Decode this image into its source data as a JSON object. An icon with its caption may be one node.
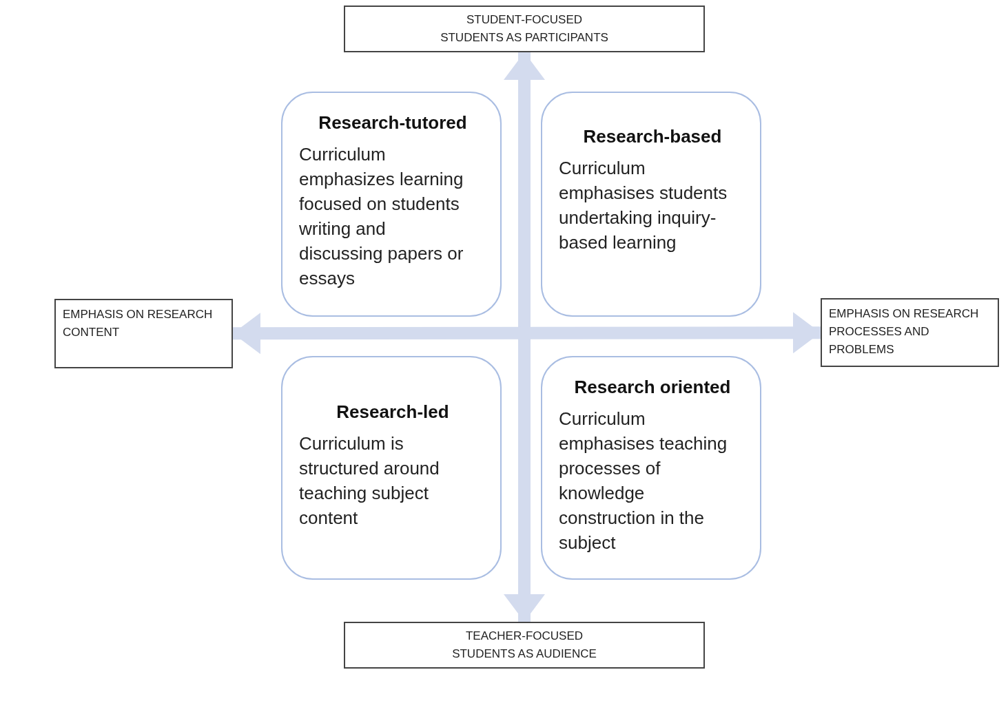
{
  "diagram": {
    "nodes": [
      {
        "text": [
          "STUDENT-FOCUSED",
          "STUDENTS AS PARTICIPANTS"
        ]
      },
      {
        "text": [
          "Research-tutored",
          "Curriculum emphasizes learning focused on students writing and discussing papers or essays"
        ]
      },
      {
        "text": [
          "Research-based",
          "Curriculum emphasises students undertaking inquiry-based learning"
        ]
      },
      {
        "text": [
          "EMPHASIS ON RESEARCH CONTENT"
        ]
      },
      {
        "text": [
          "EMPHASIS ON RESEARCH PROCESSES AND PROBLEMS"
        ]
      },
      {
        "text": [
          "Research-led",
          "Curriculum is structured around teaching subject content"
        ]
      },
      {
        "text": [
          "Research oriented",
          "Curriculum emphasises teaching processes of knowledge construction in the subject"
        ]
      },
      {
        "text": [
          "TEACHER-FOCUSED",
          "STUDENTS AS AUDIENCE"
        ]
      }
    ],
    "edges": [
      {
        "from": 0,
        "to": 7,
        "arrow": "both"
      },
      {
        "from": 3,
        "to": 4,
        "arrow": "both"
      }
    ]
  }
}
